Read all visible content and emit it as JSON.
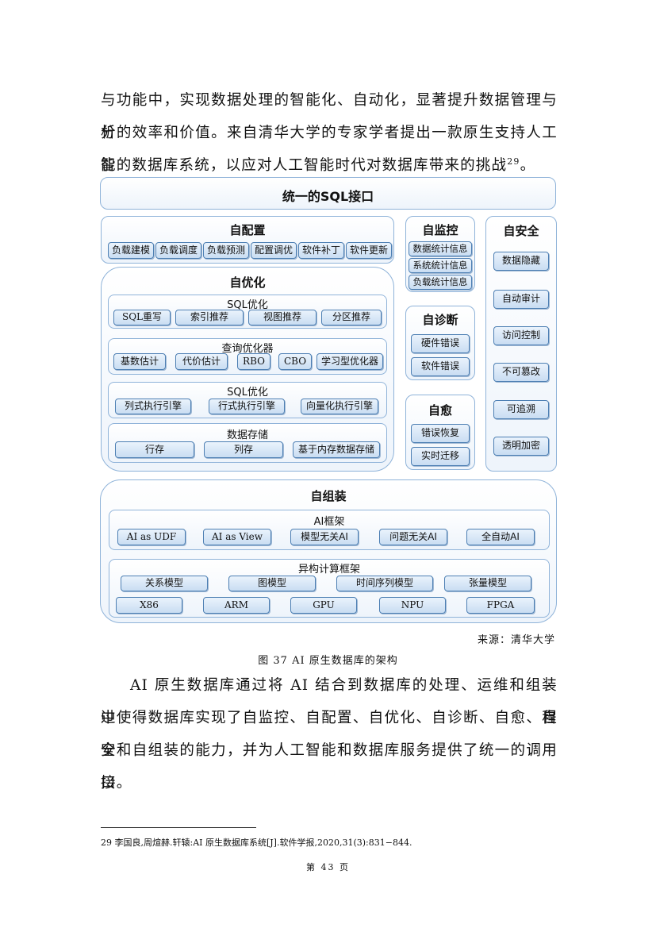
{
  "intro": {
    "lines": [
      "与功能中，实现数据处理的智能化、自动化，显著提升数据管理与分",
      "析的效率和价值。来自清华大学的专家学者提出一款原生支持人工智",
      "能的数据库系统，以应对人工智能时代对数据库带来的挑战"
    ],
    "ref_mark": "29",
    "end": "。"
  },
  "diagram": {
    "top_title": "统一的SQL接口",
    "self_config": {
      "title": "自配置",
      "items": [
        "负载建模",
        "负载调度",
        "负载预测",
        "配置调优",
        "软件补丁",
        "软件更新"
      ]
    },
    "self_monitor": {
      "title": "自监控",
      "items": [
        "数据统计信息",
        "系统统计信息",
        "负载统计信息"
      ]
    },
    "self_security": {
      "title": "自安全",
      "items": [
        "数据隐藏",
        "自动审计",
        "访问控制",
        "不可篡改",
        "可追溯",
        "透明加密"
      ]
    },
    "self_optimize": {
      "title": "自优化",
      "groups": [
        {
          "title": "SQL优化",
          "items": [
            "SQL重写",
            "索引推荐",
            "视图推荐",
            "分区推荐"
          ]
        },
        {
          "title": "查询优化器",
          "items": [
            "基数估计",
            "代价估计",
            "RBO",
            "CBO",
            "学习型优化器"
          ]
        },
        {
          "title": "SQL优化",
          "items": [
            "列式执行引擎",
            "行式执行引擎",
            "向量化执行引擎"
          ]
        },
        {
          "title": "数据存储",
          "items": [
            "行存",
            "列存",
            "基于内存数据存储"
          ]
        }
      ]
    },
    "self_diagnose": {
      "title": "自诊断",
      "items": [
        "硬件错误",
        "软件错误"
      ]
    },
    "self_heal": {
      "title": "自愈",
      "items": [
        "错误恢复",
        "实时迁移"
      ]
    },
    "self_assemble": {
      "title": "自组装",
      "ai_frame": {
        "title": "AI框架",
        "items": [
          "AI as UDF",
          "AI as View",
          "模型无关AI",
          "问题无关AI",
          "全自动AI"
        ]
      },
      "hetero": {
        "title": "异构计算框架",
        "models": [
          "关系模型",
          "图模型",
          "时间序列模型",
          "张量模型"
        ],
        "hardware": [
          "X86",
          "ARM",
          "GPU",
          "NPU",
          "FPGA"
        ]
      }
    }
  },
  "source": "来源：清华大学",
  "caption": "图 37 AI 原生数据库的架构",
  "body": {
    "lines": [
      "AI 原生数据库通过将 AI 结合到数据库的处理、运维和组装过程",
      "中使得数据库实现了自监控、自配置、自优化、自诊断、自愈、自安",
      "全和自组装的能力，并为人工智能和数据库服务提供了统一的调用接",
      "口。"
    ]
  },
  "footnote": "29  李国良,周煊赫.轩辕:AI  原生数据库系统[J].软件学报,2020,31(3):831−844.",
  "page_number": "第  43  页"
}
